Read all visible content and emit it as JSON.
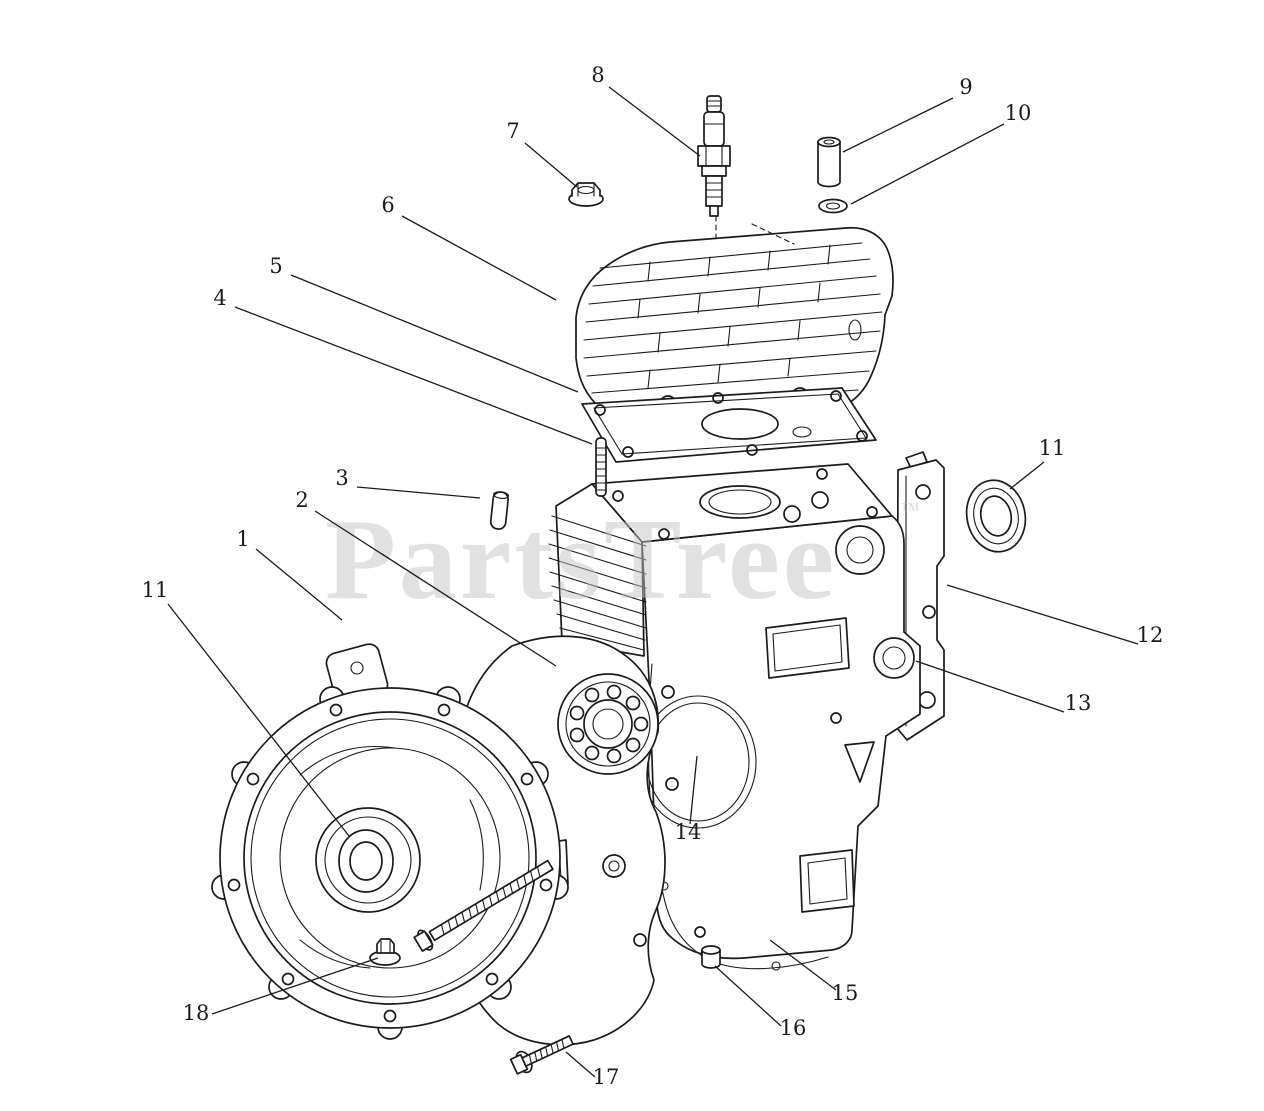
{
  "page": {
    "type": "exploded-parts-diagram",
    "background": "#ffffff",
    "ink_color": "#1b1b1b"
  },
  "watermark": {
    "text": "PartsTree",
    "tm": "™",
    "color": "#c4c4c4"
  },
  "diagram": {
    "description": "Engine crankcase, cylinder head and cover exploded view",
    "callouts": [
      {
        "label": "1"
      },
      {
        "label": "2"
      },
      {
        "label": "3"
      },
      {
        "label": "4"
      },
      {
        "label": "5"
      },
      {
        "label": "6"
      },
      {
        "label": "7"
      },
      {
        "label": "8"
      },
      {
        "label": "9"
      },
      {
        "label": "10"
      },
      {
        "label": "11"
      },
      {
        "label": "11"
      },
      {
        "label": "12"
      },
      {
        "label": "13"
      },
      {
        "label": "14"
      },
      {
        "label": "15"
      },
      {
        "label": "16"
      },
      {
        "label": "17"
      },
      {
        "label": "18"
      }
    ]
  }
}
